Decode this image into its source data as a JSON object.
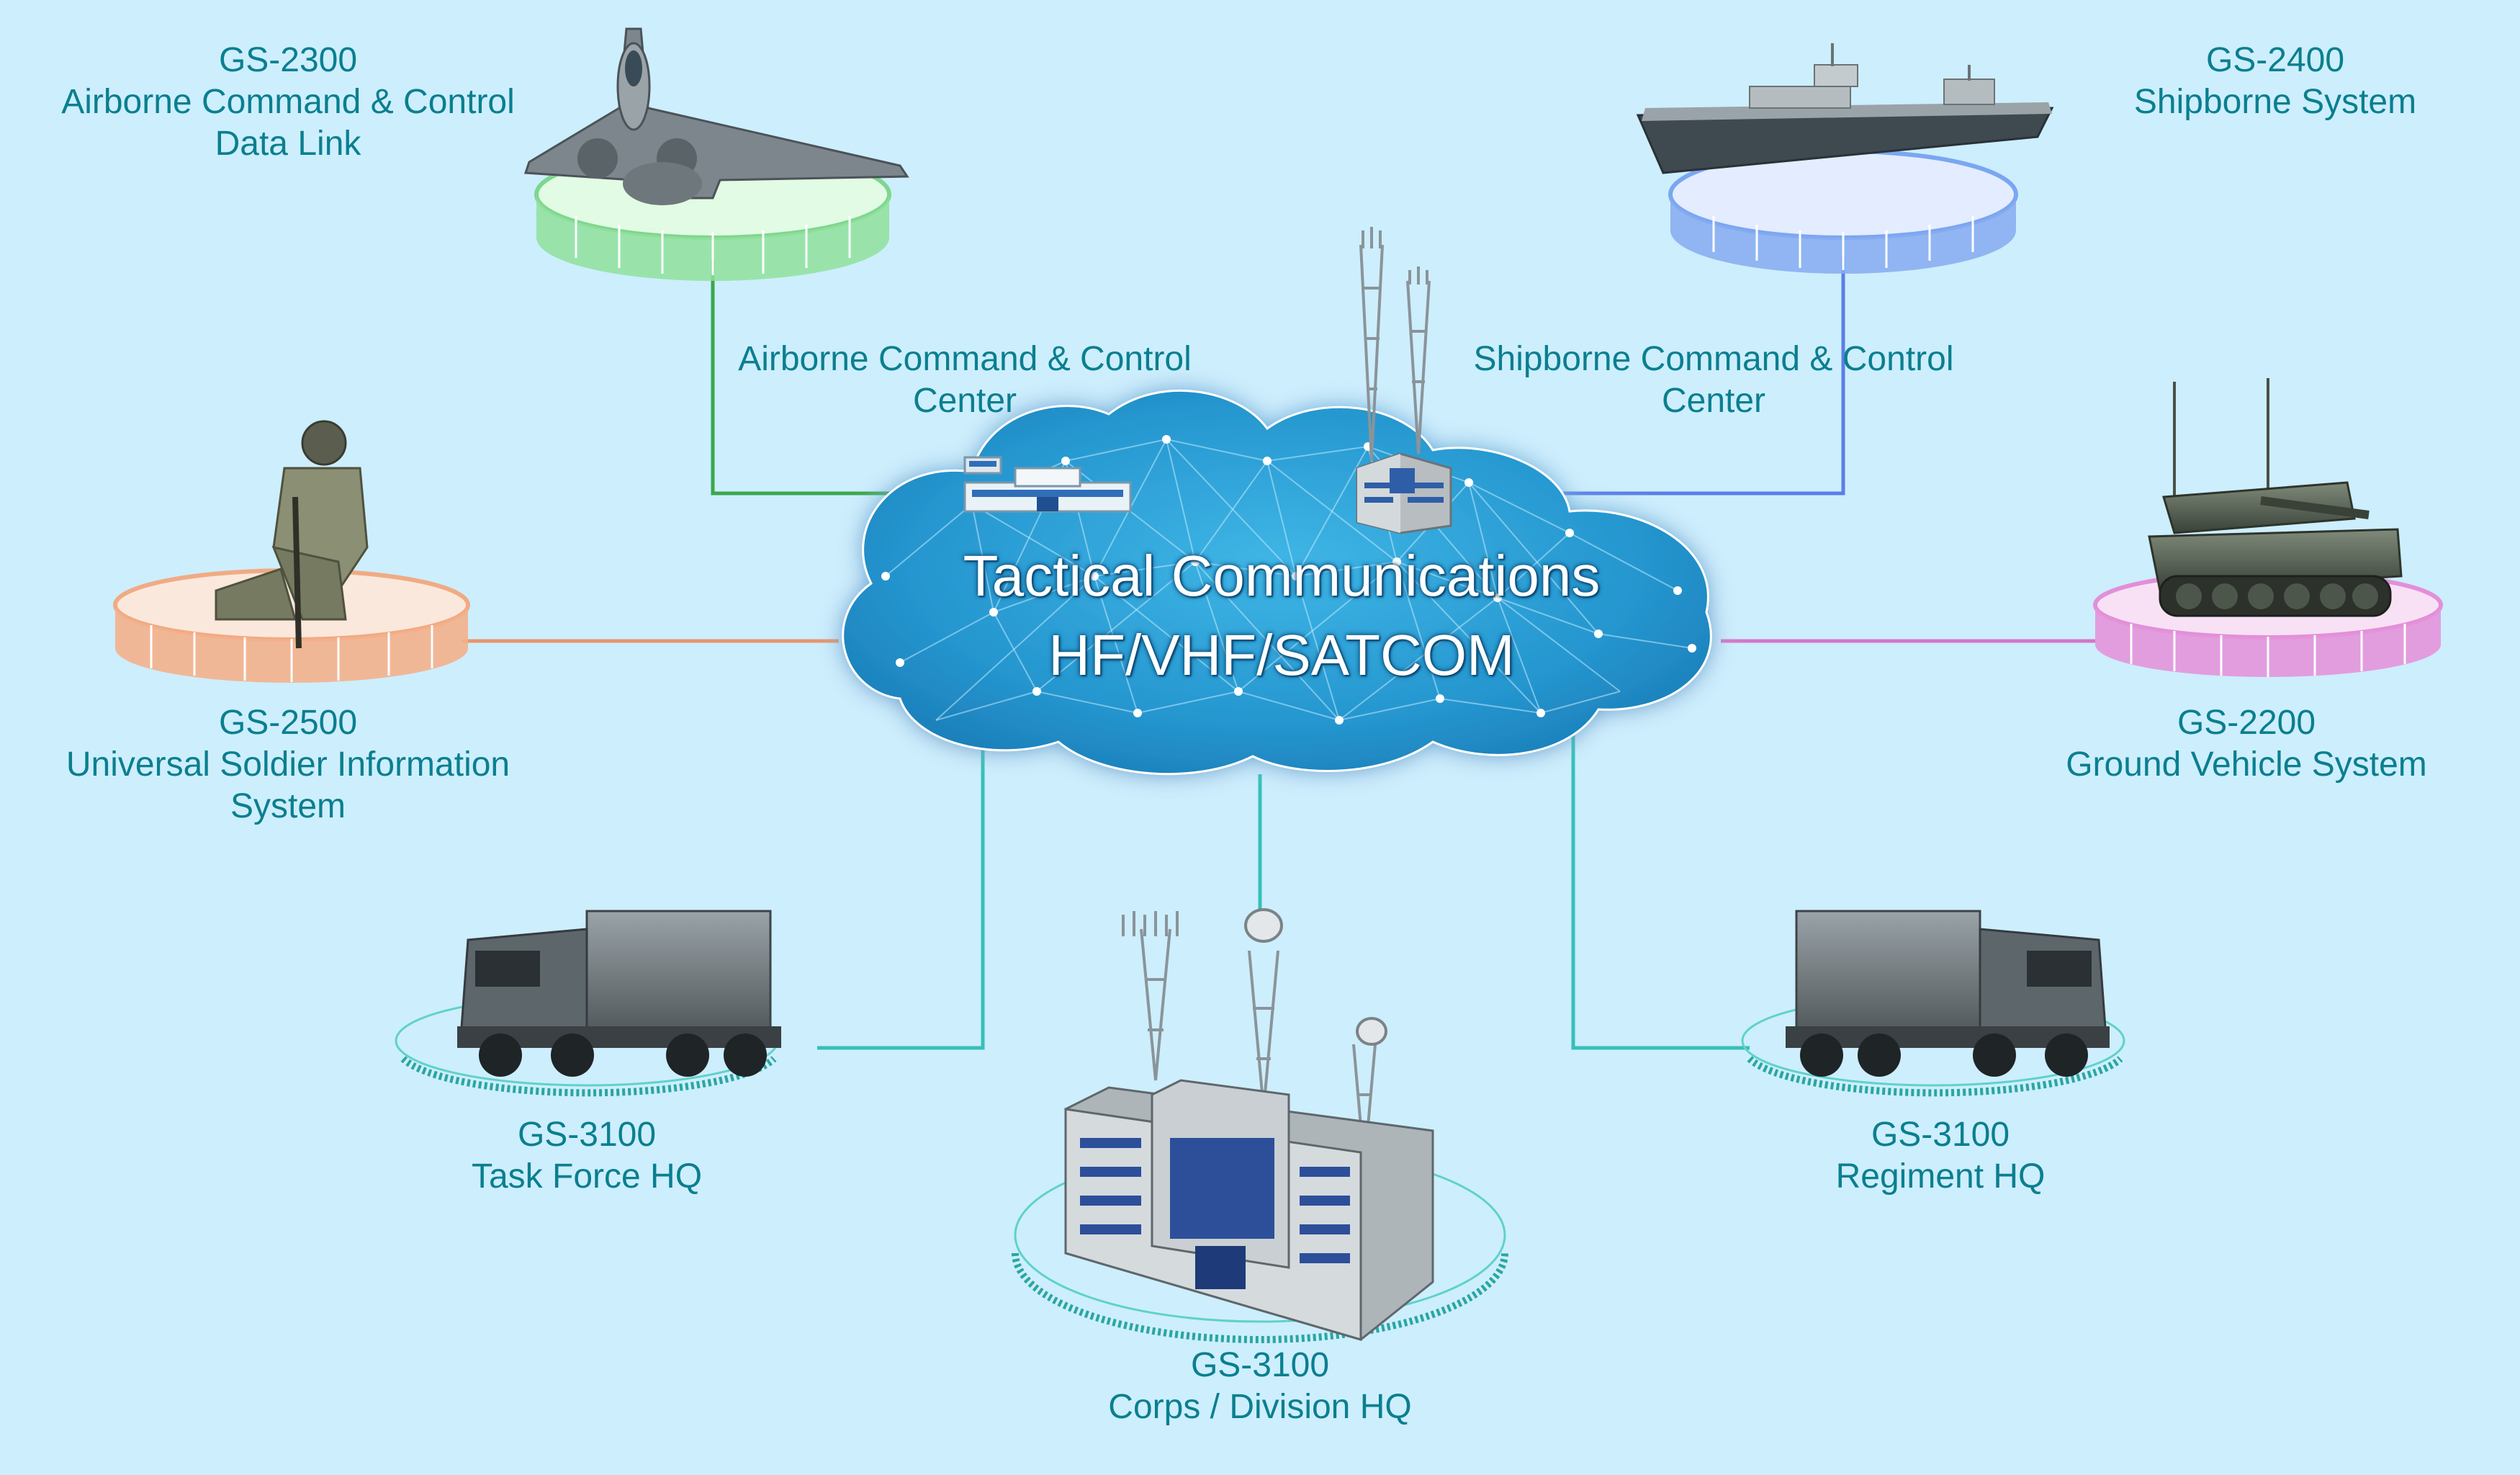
{
  "cloud": {
    "title_line1": "Tactical Communications",
    "title_line2": "HF/VHF/SATCOM"
  },
  "centers": {
    "airborne": {
      "line1": "Airborne Command & Control",
      "line2": "Center"
    },
    "shipborne": {
      "line1": "Shipborne Command & Control",
      "line2": "Center"
    }
  },
  "nodes": {
    "gs2300": {
      "code": "GS-2300",
      "line1": "Airborne Command & Control",
      "line2": "Data Link"
    },
    "gs2400": {
      "code": "GS-2400",
      "line1": "Shipborne System"
    },
    "gs2500": {
      "code": "GS-2500",
      "line1": "Universal Soldier Information",
      "line2": "System"
    },
    "gs2200": {
      "code": "GS-2200",
      "line1": "Ground Vehicle System"
    },
    "gs3100_task": {
      "code": "GS-3100",
      "line1": "Task Force HQ"
    },
    "gs3100_corps": {
      "code": "GS-3100",
      "line1": "Corps / Division HQ"
    },
    "gs3100_regiment": {
      "code": "GS-3100",
      "line1": "Regiment HQ"
    }
  },
  "colors": {
    "background": "#cdeefd",
    "label_text": "#0a7f8f",
    "airborne_ring": "#7fd68f",
    "shipborne_ring": "#7aa6f2",
    "soldier_ring": "#f0ab84",
    "vehicle_ring": "#e28fd8",
    "hq_line": "#35c0b8",
    "cloud": "#2b9fd6"
  },
  "icons": [
    "fighter-jet-icon",
    "warship-icon",
    "soldier-icon",
    "tank-icon",
    "command-truck-icon",
    "hq-building-icon",
    "radio-tower-icon",
    "satellite-dish-icon",
    "airport-building-icon"
  ]
}
